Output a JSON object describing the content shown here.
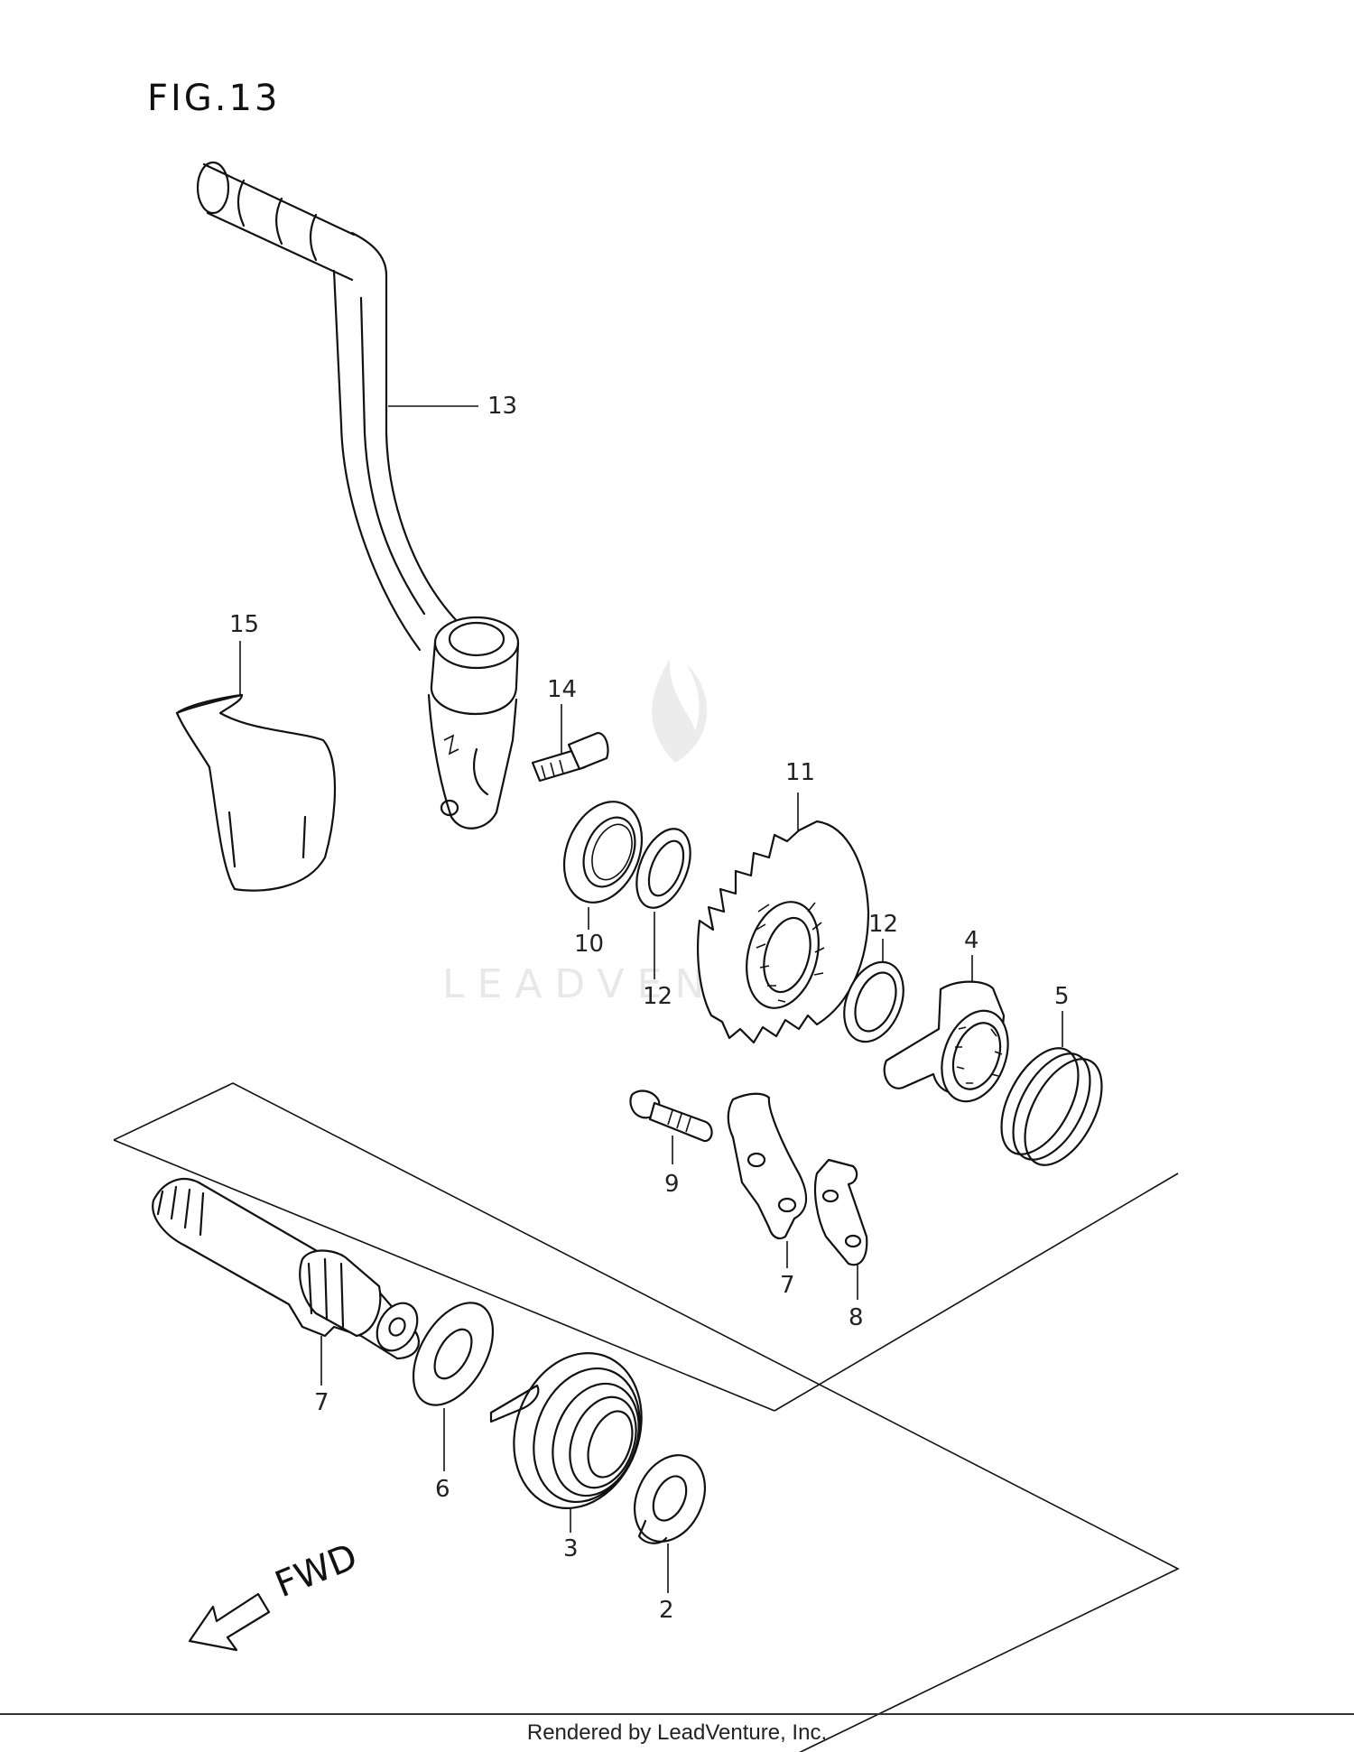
{
  "figure": {
    "title": "FIG.13"
  },
  "watermark": "LEADVENTURE",
  "direction": {
    "label": "FWD",
    "icon": "arrow-left-down-icon"
  },
  "callouts": [
    {
      "id": "c13",
      "label": "13"
    },
    {
      "id": "c15",
      "label": "15"
    },
    {
      "id": "c14",
      "label": "14"
    },
    {
      "id": "c11",
      "label": "11"
    },
    {
      "id": "c10",
      "label": "10"
    },
    {
      "id": "c12a",
      "label": "12"
    },
    {
      "id": "c12b",
      "label": "12"
    },
    {
      "id": "c4",
      "label": "4"
    },
    {
      "id": "c5",
      "label": "5"
    },
    {
      "id": "c9",
      "label": "9"
    },
    {
      "id": "c7a",
      "label": "7"
    },
    {
      "id": "c8",
      "label": "8"
    },
    {
      "id": "c7b",
      "label": "7"
    },
    {
      "id": "c6",
      "label": "6"
    },
    {
      "id": "c3",
      "label": "3"
    },
    {
      "id": "c2",
      "label": "2"
    }
  ],
  "footer": {
    "text": "Rendered by LeadVenture, Inc."
  }
}
